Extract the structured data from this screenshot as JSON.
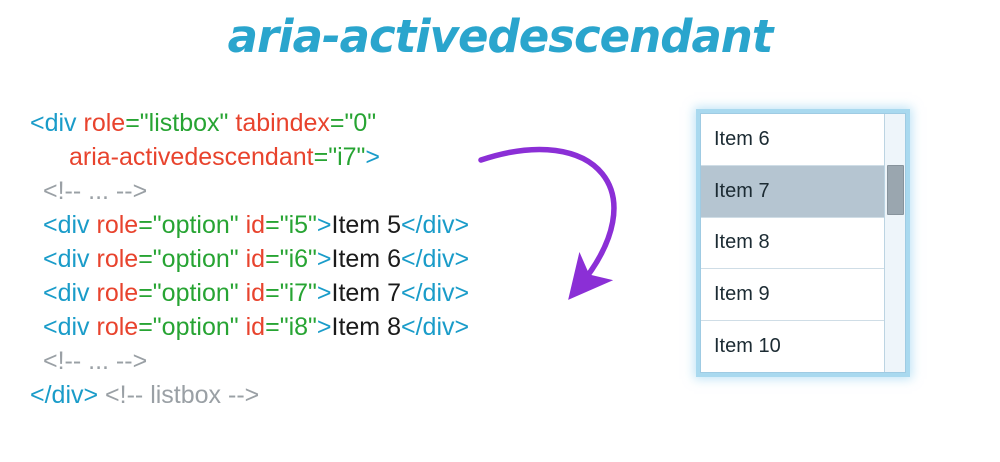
{
  "title": "aria-activedescendant",
  "colors": {
    "title": "#2aa5cd",
    "tag": "#1a9cc9",
    "attr": "#e8432d",
    "value": "#27a433",
    "text": "#1b1b1b",
    "comment": "#9aa0a5",
    "arrow": "#8b2fd6",
    "glow": "#a9d9ef",
    "activebg": "#b5c5d1"
  },
  "code": {
    "lines": [
      {
        "indent": 0,
        "tokens": [
          {
            "t": "tag",
            "s": "<div "
          },
          {
            "t": "attr",
            "s": "role"
          },
          {
            "t": "val",
            "s": "=\"listbox\""
          },
          {
            "t": "plain",
            "s": " "
          },
          {
            "t": "attr",
            "s": "tabindex"
          },
          {
            "t": "val",
            "s": "=\"0\""
          }
        ]
      },
      {
        "indent": 3,
        "tokens": [
          {
            "t": "attr",
            "s": "aria-activedescendant"
          },
          {
            "t": "val",
            "s": "=\"i7\""
          },
          {
            "t": "tag",
            "s": ">"
          }
        ]
      },
      {
        "indent": 1,
        "tokens": [
          {
            "t": "com",
            "s": "<!-- ... -->"
          }
        ]
      },
      {
        "indent": 1,
        "tokens": [
          {
            "t": "tag",
            "s": "<div "
          },
          {
            "t": "attr",
            "s": "role"
          },
          {
            "t": "val",
            "s": "=\"option\""
          },
          {
            "t": "plain",
            "s": " "
          },
          {
            "t": "attr",
            "s": "id"
          },
          {
            "t": "val",
            "s": "=\"i5\""
          },
          {
            "t": "tag",
            "s": ">"
          },
          {
            "t": "text",
            "s": "Item 5"
          },
          {
            "t": "tag",
            "s": "</div>"
          }
        ]
      },
      {
        "indent": 1,
        "tokens": [
          {
            "t": "tag",
            "s": "<div "
          },
          {
            "t": "attr",
            "s": "role"
          },
          {
            "t": "val",
            "s": "=\"option\""
          },
          {
            "t": "plain",
            "s": " "
          },
          {
            "t": "attr",
            "s": "id"
          },
          {
            "t": "val",
            "s": "=\"i6\""
          },
          {
            "t": "tag",
            "s": ">"
          },
          {
            "t": "text",
            "s": "Item 6"
          },
          {
            "t": "tag",
            "s": "</div>"
          }
        ]
      },
      {
        "indent": 1,
        "tokens": [
          {
            "t": "tag",
            "s": "<div "
          },
          {
            "t": "attr",
            "s": "role"
          },
          {
            "t": "val",
            "s": "=\"option\""
          },
          {
            "t": "plain",
            "s": " "
          },
          {
            "t": "attr",
            "s": "id"
          },
          {
            "t": "val",
            "s": "=\"i7\""
          },
          {
            "t": "tag",
            "s": ">"
          },
          {
            "t": "text",
            "s": "Item 7"
          },
          {
            "t": "tag",
            "s": "</div>"
          }
        ]
      },
      {
        "indent": 1,
        "tokens": [
          {
            "t": "tag",
            "s": "<div "
          },
          {
            "t": "attr",
            "s": "role"
          },
          {
            "t": "val",
            "s": "=\"option\""
          },
          {
            "t": "plain",
            "s": " "
          },
          {
            "t": "attr",
            "s": "id"
          },
          {
            "t": "val",
            "s": "=\"i8\""
          },
          {
            "t": "tag",
            "s": ">"
          },
          {
            "t": "text",
            "s": "Item 8"
          },
          {
            "t": "tag",
            "s": "</div>"
          }
        ]
      },
      {
        "indent": 1,
        "tokens": [
          {
            "t": "com",
            "s": "<!-- ... -->"
          }
        ]
      },
      {
        "indent": 0,
        "tokens": [
          {
            "t": "tag",
            "s": "</div>"
          },
          {
            "t": "com",
            "s": " <!-- listbox -->"
          }
        ]
      }
    ]
  },
  "listbox": {
    "items": [
      {
        "label": "Item 6",
        "active": false
      },
      {
        "label": "Item 7",
        "active": true
      },
      {
        "label": "Item 8",
        "active": false
      },
      {
        "label": "Item 9",
        "active": false
      },
      {
        "label": "Item 10",
        "active": false
      }
    ]
  }
}
